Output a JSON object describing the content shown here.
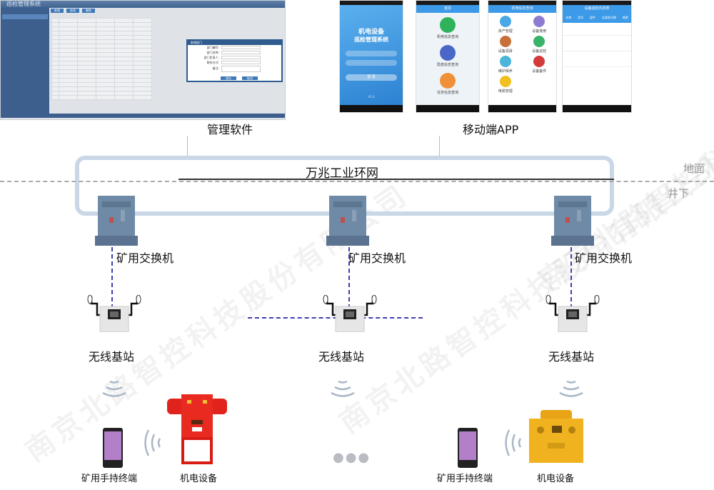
{
  "management_software": {
    "label": "管理软件",
    "app_title": "巡检管理系统",
    "toolbar": [
      "新增",
      "修改",
      "删除"
    ],
    "dialog_title": "新增部门",
    "dialog_fields": [
      "部门编号:",
      "部门名称:",
      "部门负责人:",
      "联系方式:",
      "备注:"
    ],
    "dialog_buttons": [
      "保存",
      "取消"
    ]
  },
  "mobile_app": {
    "label": "移动端APP",
    "login": {
      "title_line1": "机电设备",
      "title_line2": "巡检管理系统",
      "login_button": "登 录",
      "version": "V1.0"
    },
    "home": {
      "header": "首页",
      "items": [
        "机电信息查询",
        "隐患信息查询",
        "任务信息查询"
      ]
    },
    "menu": {
      "header": "机电信息查询",
      "items": [
        "资产管理",
        "设备使用",
        "设备润滑",
        "设备巡检",
        "维护保养",
        "设备备件",
        "电缆管理"
      ]
    },
    "list": {
      "header": "设备巡检内容表",
      "columns": [
        "名称",
        "型号",
        "部件",
        "点巡检日期",
        "周期"
      ]
    }
  },
  "network": {
    "ring_label": "万兆工业环网",
    "surface_label": "地面",
    "underground_label": "井下"
  },
  "nodes": {
    "switch_label": "矿用交换机",
    "base_station_label": "无线基站",
    "handheld_label": "矿用手持终端",
    "equipment_label": "机电设备",
    "more_indicator": "●●●"
  },
  "watermark": "南京北路智控科技股份有限公司",
  "colors": {
    "ring": "#c9d7e7",
    "dashed_link": "#3d3fb5",
    "app_blue": "#3d9ae8"
  }
}
